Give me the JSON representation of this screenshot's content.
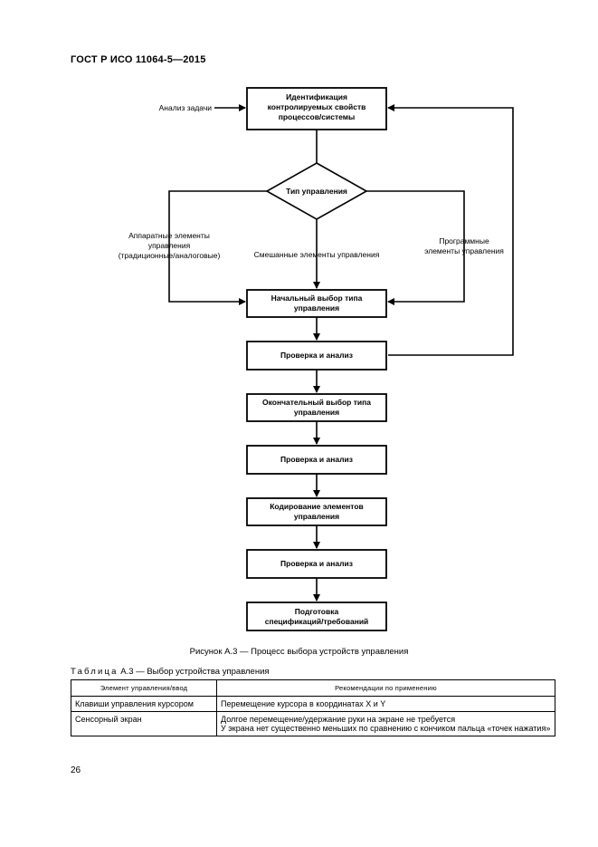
{
  "header": {
    "standard": "ГОСТ Р ИСО 11064-5—2015"
  },
  "flowchart": {
    "input_label": "Анализ задачи",
    "decision": "Тип управления",
    "branch_left": [
      "Аппаратные элементы",
      "управления",
      "(традиционные/аналоговые)"
    ],
    "branch_center": "Смешанные элементы управления",
    "branch_right": [
      "Программные",
      "элементы управления"
    ],
    "boxes": [
      [
        "Идентификация",
        "контролируемых свойств",
        "процессов/системы"
      ],
      [
        "Начальный выбор типа",
        "управления"
      ],
      [
        "Проверка и анализ"
      ],
      [
        "Окончательный выбор типа",
        "управления"
      ],
      [
        "Проверка и анализ"
      ],
      [
        "Кодирование элементов",
        "управления"
      ],
      [
        "Проверка и анализ"
      ],
      [
        "Подготовка",
        "спецификаций/требований"
      ]
    ]
  },
  "figure": {
    "caption": "Рисунок А.3 — Процесс выбора устройств управления"
  },
  "table": {
    "title_prefix": "Таблица",
    "title_rest": "А.3 — Выбор устройства управления",
    "headers": [
      "Элемент управления/ввод",
      "Рекомендации по применению"
    ],
    "rows": [
      {
        "element": "Клавиши управления курсором",
        "recommendations": [
          "Перемещение курсора в координатах X и Y"
        ]
      },
      {
        "element": "Сенсорный экран",
        "recommendations": [
          "Долгое перемещение/удержание руки на экране не требуется",
          "У экрана нет существенно меньших по сравнению с кончиком пальца «точек нажатия»"
        ]
      }
    ]
  },
  "page": {
    "number": "26"
  }
}
